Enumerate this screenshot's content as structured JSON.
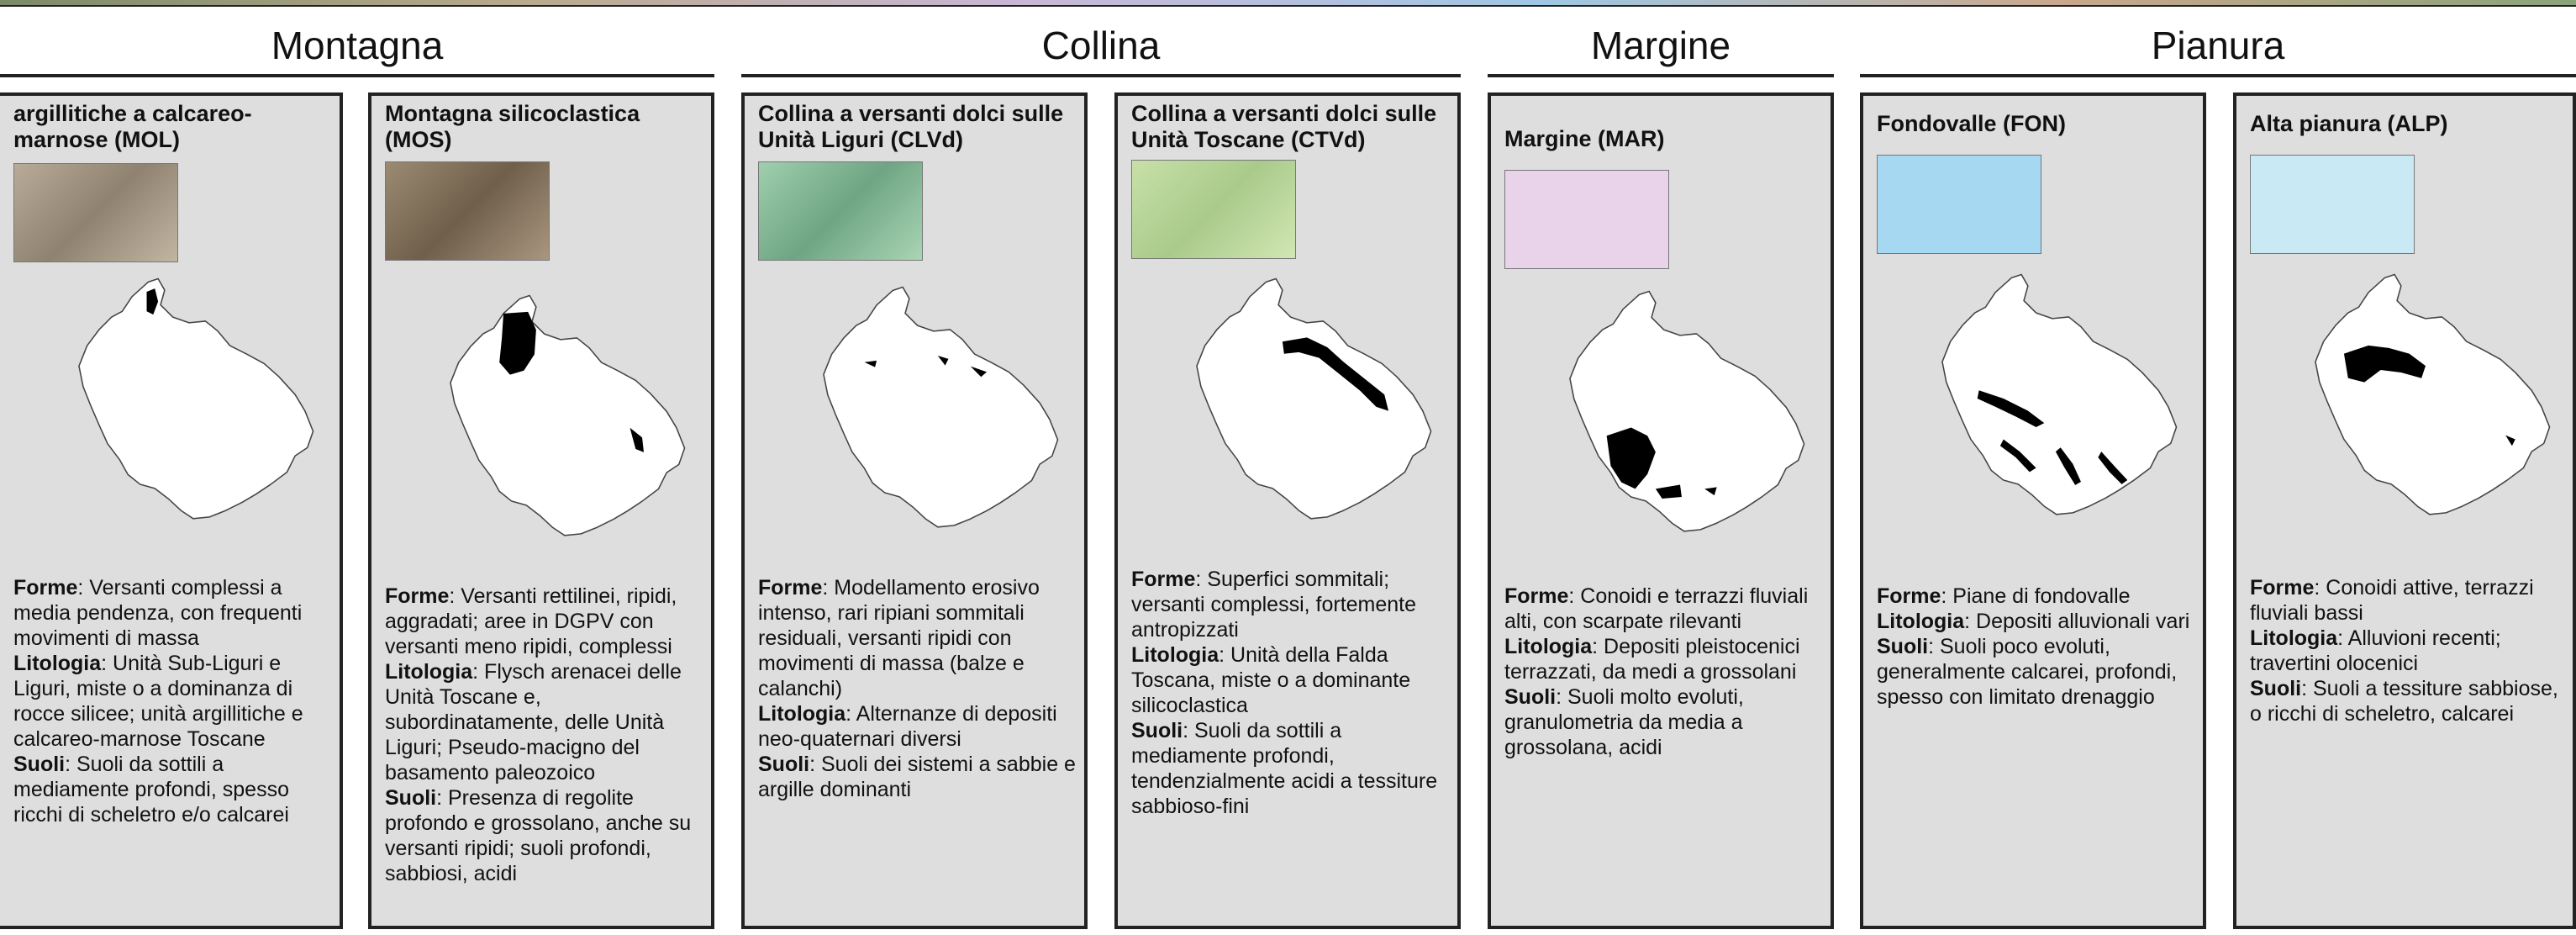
{
  "groups": [
    {
      "label": "Montagna"
    },
    {
      "label": "Collina"
    },
    {
      "label": "Margine"
    },
    {
      "label": "Pianura"
    }
  ],
  "panels": [
    {
      "title": "argillitiche a calcareo-marnose (MOL)",
      "swatch_color": "#a89a87",
      "forme_label": "Forme",
      "forme": ": Versanti complessi a media pendenza, con frequenti movimenti di massa",
      "litologia_label": "Litologia",
      "litologia": ": Unità Sub-Liguri e Liguri, miste o a dominanza di rocce silicee; unità argillitiche e calcareo-marnose Toscane",
      "suoli_label": "Suoli",
      "suoli": ": Suoli da sottili a mediamente profondi, spesso ricchi di scheletro e/o calcarei"
    },
    {
      "title": "Montagna silicoclastica (MOS)",
      "swatch_color": "#8d7b63",
      "forme_label": "Forme",
      "forme": ": Versanti rettilinei, ripidi, aggradati; aree in DGPV con versanti meno ripidi, complessi",
      "litologia_label": "Litologia",
      "litologia": ": Flysch arenacei delle Unità Toscane e, subordinatamente, delle Unità Liguri; Pseudo-macigno del basamento paleozoico",
      "suoli_label": "Suoli",
      "suoli": ": Presenza di regolite profondo e grossolano, anche su versanti ripidi; suoli profondi, sabbiosi, acidi"
    },
    {
      "title": "Collina a versanti dolci sulle Unità Liguri (CLVd)",
      "swatch_color": "#86b89a",
      "forme_label": "Forme",
      "forme": ": Modellamento erosivo intenso, rari ripiani sommitali residuali, versanti ripidi con movimenti di massa (balze e calanchi)",
      "litologia_label": "Litologia",
      "litologia": ": Alternanze di depositi neo-quaternari diversi",
      "suoli_label": "Suoli",
      "suoli": ": Suoli dei sistemi a sabbie e argille dominanti"
    },
    {
      "title": "Collina a versanti dolci sulle Unità Toscane (CTVd)",
      "swatch_color": "#b7d59a",
      "forme_label": "Forme",
      "forme": ": Superfici sommitali; versanti complessi, fortemente antropizzati",
      "litologia_label": "Litologia",
      "litologia": ": Unità della Falda Toscana, miste o a dominante silicoclastica",
      "suoli_label": "Suoli",
      "suoli": ": Suoli da sottili a mediamente profondi, tendenzialmente acidi a tessiture sabbioso-fini"
    },
    {
      "title": "Margine (MAR)",
      "swatch_color": "#e9d3ea",
      "forme_label": "Forme",
      "forme": ": Conoidi e terrazzi fluviali alti, con scarpate rilevanti",
      "litologia_label": "Litologia",
      "litologia": ": Depositi pleistocenici terrazzati, da medi a grossolani",
      "suoli_label": "Suoli",
      "suoli": ": Suoli molto evoluti, granulometria da media a grossolana, acidi"
    },
    {
      "title": "Fondovalle (FON)",
      "swatch_color": "#a6d8f2",
      "forme_label": "Forme",
      "forme": ": Piane di fondovalle",
      "litologia_label": "Litologia",
      "litologia": ": Depositi alluvionali vari",
      "suoli_label": "Suoli",
      "suoli": ": Suoli poco evoluti, generalmente calcarei, profondi, spesso con limitato drenaggio"
    },
    {
      "title": "Alta pianura (ALP)",
      "swatch_color": "#c9e9f5",
      "forme_label": "Forme",
      "forme": ": Conoidi attive, terrazzi fluviali bassi",
      "litologia_label": "Litologia",
      "litologia": ": Alluvioni recenti; travertini olocenici",
      "suoli_label": "Suoli",
      "suoli": ": Suoli a tessiture sabbiose, o ricchi di scheletro, calcarei"
    }
  ]
}
